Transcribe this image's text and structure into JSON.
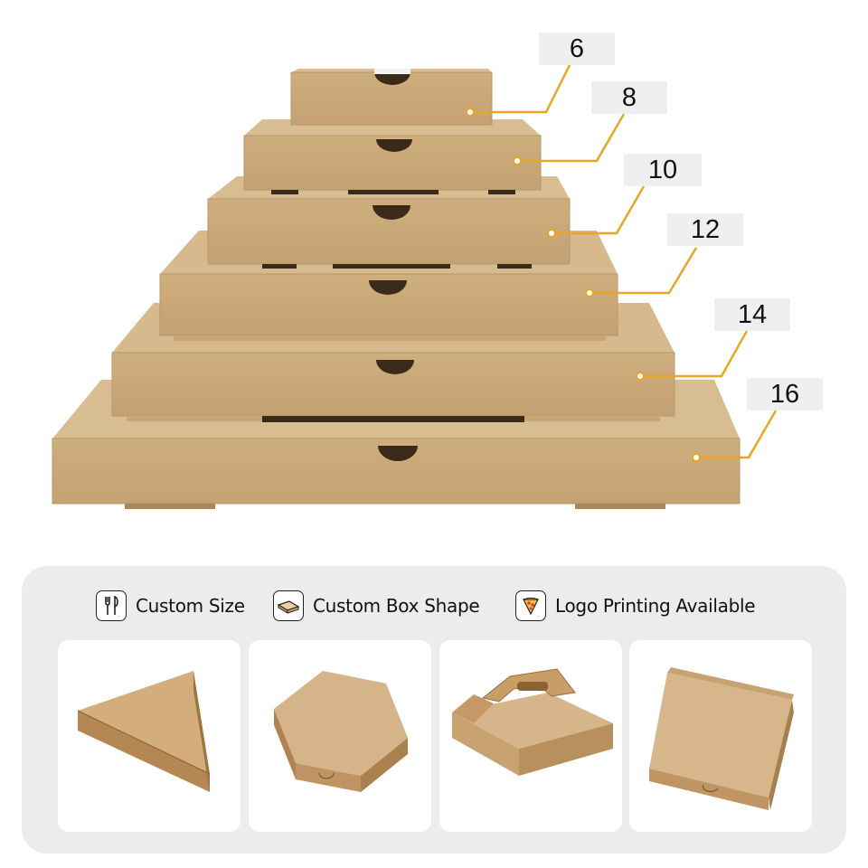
{
  "size_labels": [
    "6",
    "8",
    "10",
    "12",
    "14",
    "16"
  ],
  "features": [
    {
      "label": "Custom Size",
      "icon": "cutlery-icon"
    },
    {
      "label": "Custom Box Shape",
      "icon": "pizza-box-icon"
    },
    {
      "label": "Logo Printing Available",
      "icon": "pizza-slice-icon"
    }
  ],
  "shape_examples": [
    {
      "name": "triangle-box"
    },
    {
      "name": "hexagon-box"
    },
    {
      "name": "handle-box"
    },
    {
      "name": "square-box"
    }
  ],
  "colors": {
    "kraft_front": "#c9a877",
    "kraft_top": "#d5b88b",
    "kraft_dark": "#a78455",
    "leader_line": "#e8a623",
    "label_bg": "#efefef",
    "panel_bg": "#ececec"
  }
}
